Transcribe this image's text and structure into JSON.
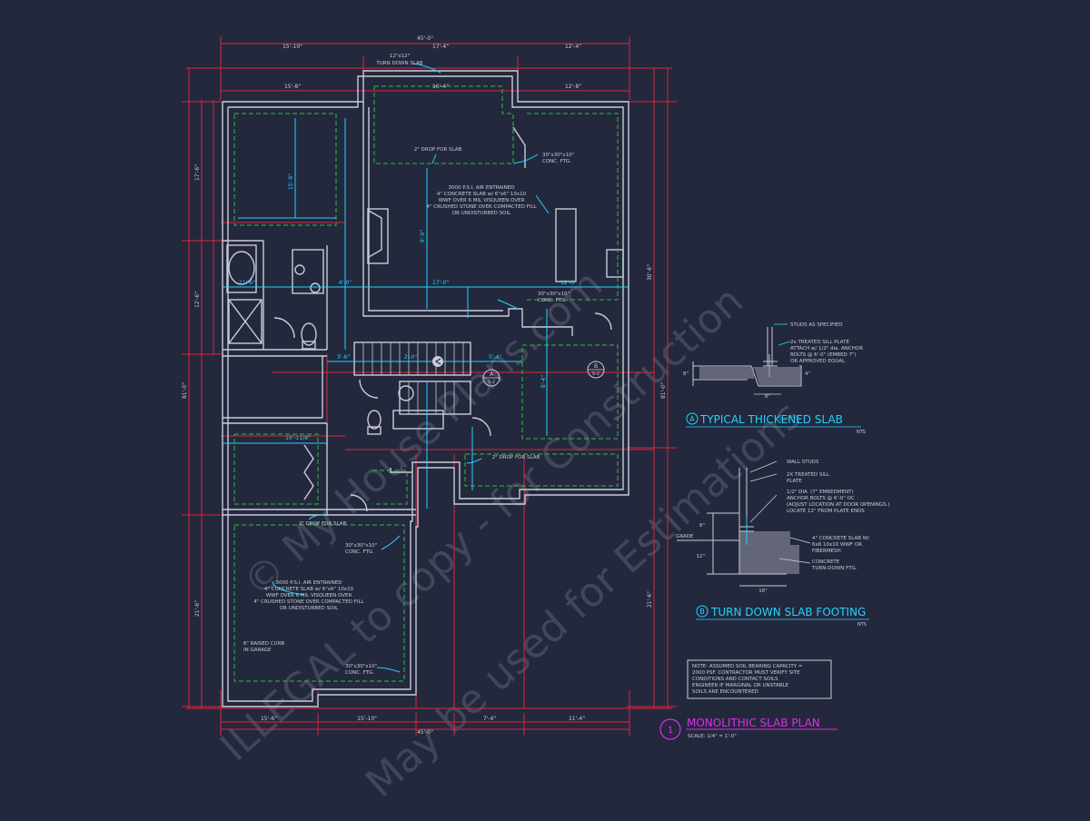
{
  "plan": {
    "title_number": "1",
    "title": "MONOLITHIC SLAB PLAN",
    "scale": "SCALE: 1/4\" = 1'-0\""
  },
  "colors": {
    "background": "#23283d",
    "walls": "#c9ccd6",
    "dimension": "#e0233a",
    "annotation": "#21d4ff",
    "slab_dash": "#2fbf3a",
    "title": "#e02ee8",
    "watermark": "#5a5f73"
  },
  "dimensions": {
    "top_overall": "45'-0\"",
    "top_segments": [
      "15'-10\"",
      "17'-4\"",
      "12'-4\""
    ],
    "top_inner": [
      "15'-8\"",
      "16'-4\"",
      "12'-8\""
    ],
    "bottom_segments": [
      "15'-6\"",
      "15'-10\"",
      "7'-4\"",
      "11'-4\""
    ],
    "bottom_overall": "45'-0\"",
    "left_overall": "81'-0\"",
    "left_segments": [
      "17'-6\"",
      "12'-6\"",
      "21'-6\""
    ],
    "right_overall": "81'-0\"",
    "right_segments": [
      "30'-6\"",
      "21'-6\""
    ],
    "interior": [
      "11'-6\"",
      "4'-0\"",
      "17'-0\"",
      "12'-6\"",
      "5'-4\"",
      "3'-6\"",
      "2'-0\"",
      "16'-11/8\"",
      "15'-9\"",
      "8'-4\"",
      "9'-9\""
    ]
  },
  "callouts": {
    "turn_down_slab": [
      "12\"x12\"",
      "TURN DOWN SLAB"
    ],
    "drop_for_slab_1": "2\" DROP FOR SLAB",
    "drop_for_slab_2": "2\" DROP FOR SLAB",
    "drop_for_slab_3": "2\" DROP FOR SLAB",
    "conc_ftg_1": [
      "30\"x30\"x10\"",
      "CONC. FTG."
    ],
    "conc_ftg_2": [
      "30\"x30\"x10\"",
      "CONC. FTG."
    ],
    "conc_ftg_3": [
      "30\"x30\"x10\"",
      "CONC. FTG."
    ],
    "conc_ftg_4": [
      "30\"x30\"x10\"",
      "CONC. FTG."
    ],
    "slab_note_1": [
      "3000 P.S.I. AIR ENTRAINED",
      "4\" CONCRETE SLAB w/ 6\"x6\" 10x10",
      "WWF OVER 6 MIL VISQUEEN OVER",
      "4\" CRUSHED STONE OVER COMPACTED FILL",
      "OR UNDISTURBED SOIL"
    ],
    "slab_note_2": [
      "3000 P.S.I. AIR ENTRAINED",
      "4\" CONCRETE SLAB w/ 6\"x6\" 10x10",
      "WWF OVER 6 MIL VISQUEEN OVER",
      "4\" CRUSHED STONE OVER COMPACTED FILL",
      "OR UNDISTURBED SOIL"
    ],
    "raised_curb": [
      "6\" RAISED CURB",
      "IN GARAGE"
    ],
    "section_a_tag": "A",
    "section_a_sheet": "S-2",
    "section_b_tag": "B",
    "section_b_sheet": "S-2"
  },
  "details": {
    "a": {
      "tag": "A",
      "title": "TYPICAL THICKENED SLAB",
      "scale": "NTS",
      "notes": [
        "STUDS AS SPECIFIED",
        "2x TREATED SILL PLATE",
        "ATTACH w/ 1/2\" dia. ANCHOR",
        "BOLTS @ 6'-0\" (EMBED 7\")",
        "OR APPROVED EQUAL"
      ],
      "dim_h": "8\"",
      "dim_v": "4\"",
      "dim_left": "8\""
    },
    "b": {
      "tag": "B",
      "title": "TURN DOWN SLAB FOOTING",
      "scale": "NTS",
      "notes": [
        "WALL STUDS",
        "2X TREATED SILL",
        "PLATE",
        "1/2\" DIA. (7\" EMBEDMENT)",
        "ANCHOR BOLTS @ 6'-0\" OC",
        "(ADJUST LOCATION AT DOOR OPENINGS.)",
        "LOCATE 12\" FROM PLATE ENDS",
        "4\" CONCRETE SLAB W/",
        "6x6 10x10 WWF OR",
        "FIBERMESH",
        "CONCRETE",
        "TURN-DOWN FTG."
      ],
      "grade": "GRADE",
      "dim_8": "8\"",
      "dim_12": "12\"",
      "dim_16": "16\""
    }
  },
  "soil_note": [
    "NOTE: ASSUMED SOIL BEARING CAPACITY =",
    "2000 PSF. CONTRACTOR MUST VERIFY SITE",
    "CONDITIONS AND CONTACT SOILS",
    "ENGINEER IF MARGINAL OR UNSTABLE",
    "SOILS ARE ENCOUNTERED"
  ],
  "watermark": {
    "line1": "© My House Plans.com",
    "line2": "ILLEGAL to copy - for Construction",
    "line3": "May be used for Estimations"
  }
}
